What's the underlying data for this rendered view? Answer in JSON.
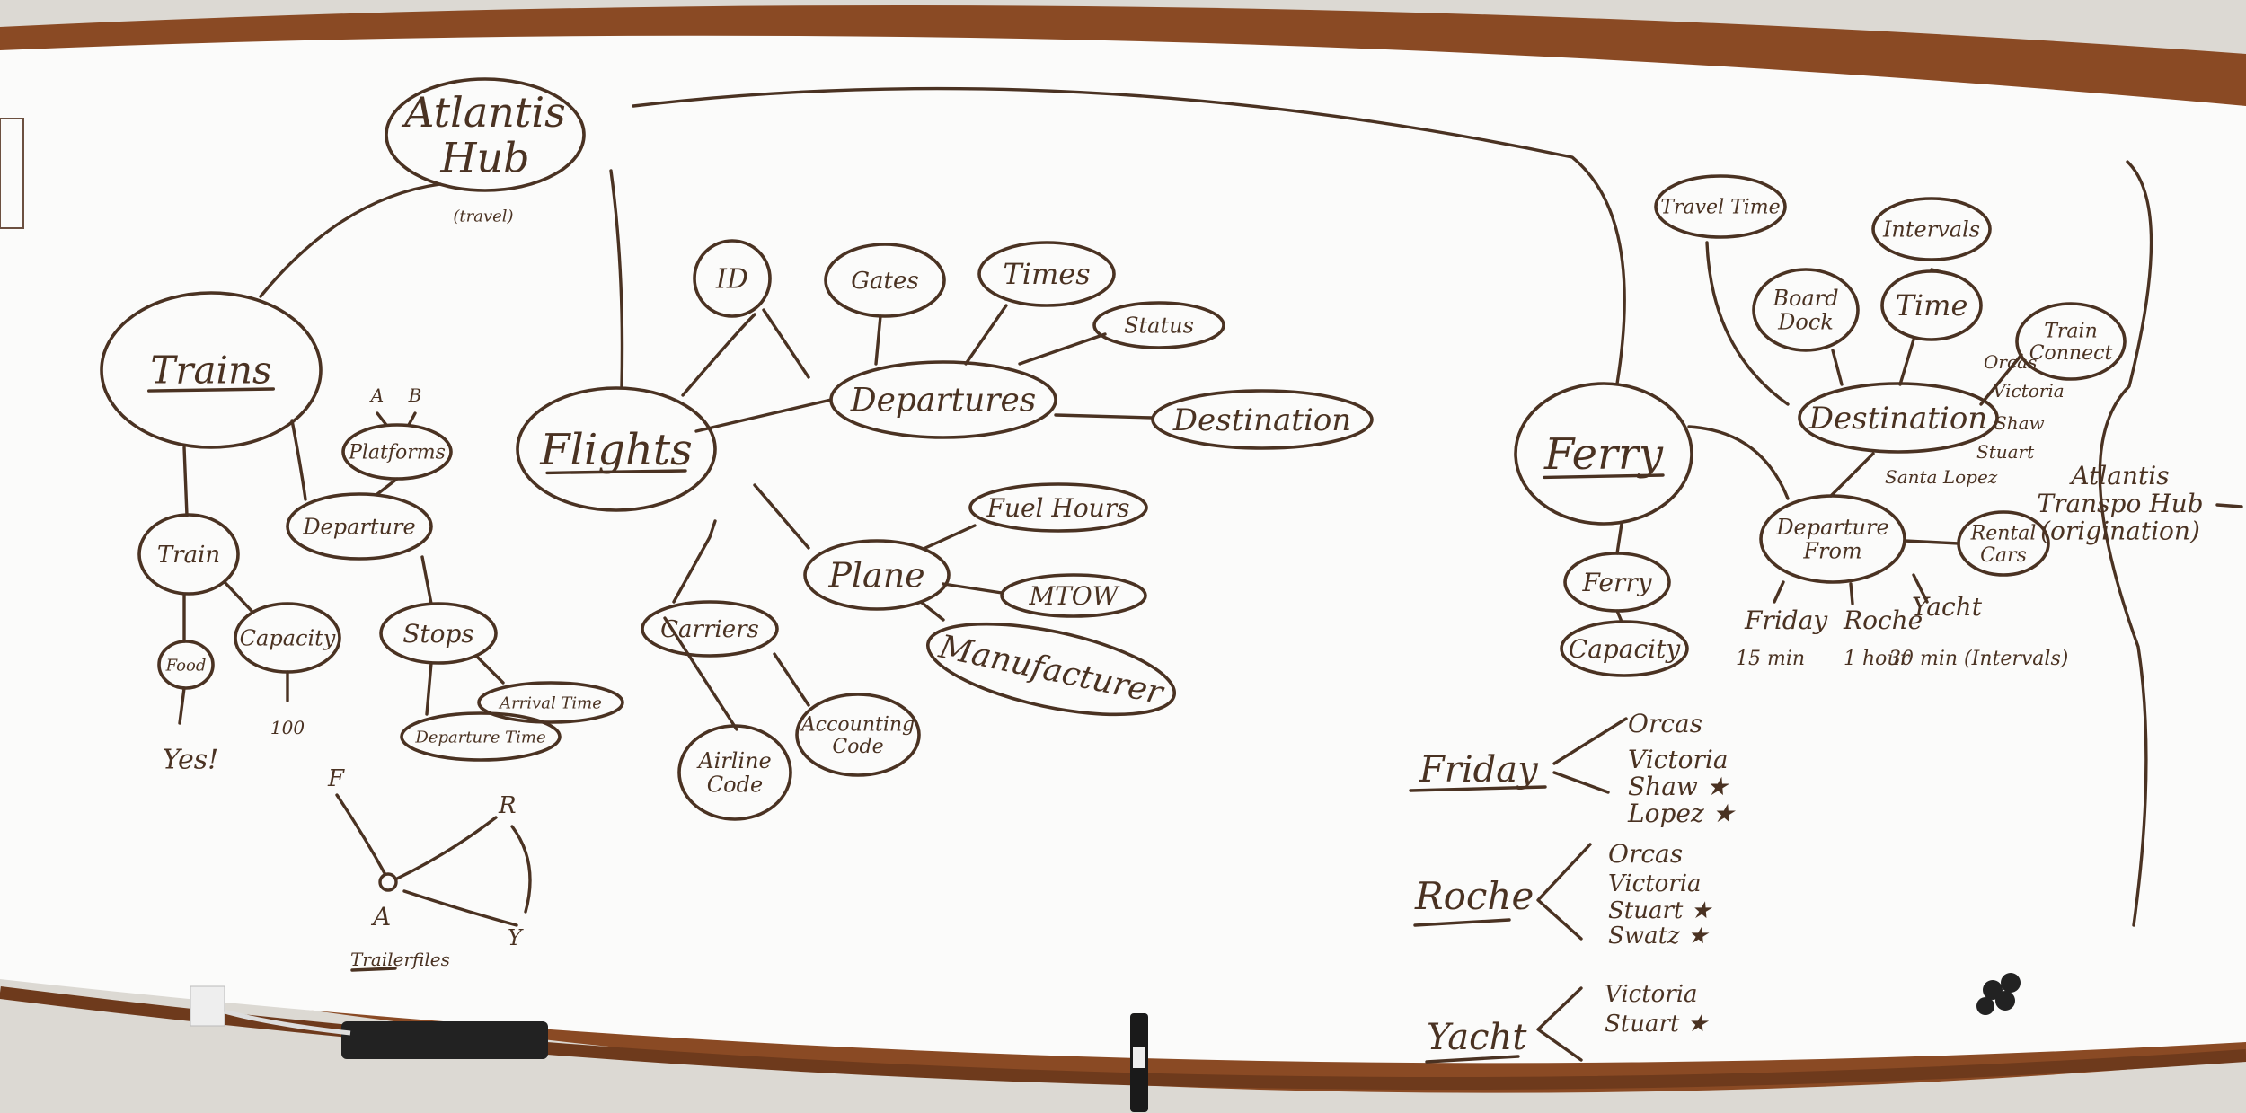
{
  "colors": {
    "board": "#fbfbfa",
    "frame": "#8a4a24",
    "ink": "#4a3222",
    "wall": "#d9d6d0"
  },
  "nodes": [
    {
      "id": "atlantis-hub",
      "label": "Atlantis Hub"
    },
    {
      "id": "atlantis-hub-note",
      "label": "(travel)"
    },
    {
      "id": "trains",
      "label": "Trains"
    },
    {
      "id": "platforms",
      "label": "Platforms"
    },
    {
      "id": "platform-a",
      "label": "A"
    },
    {
      "id": "platform-b",
      "label": "B"
    },
    {
      "id": "train-departure",
      "label": "Departure"
    },
    {
      "id": "stops",
      "label": "Stops"
    },
    {
      "id": "arrival-time",
      "label": "Arrival Time"
    },
    {
      "id": "departure-time",
      "label": "Departure Time"
    },
    {
      "id": "train",
      "label": "Train"
    },
    {
      "id": "food",
      "label": "Food"
    },
    {
      "id": "food-value",
      "label": "Yes!"
    },
    {
      "id": "train-capacity",
      "label": "Capacity"
    },
    {
      "id": "train-capacity-value",
      "label": "100"
    },
    {
      "id": "flights",
      "label": "Flights"
    },
    {
      "id": "flight-id",
      "label": "ID"
    },
    {
      "id": "gates",
      "label": "Gates"
    },
    {
      "id": "times",
      "label": "Times"
    },
    {
      "id": "status",
      "label": "Status"
    },
    {
      "id": "departures",
      "label": "Departures"
    },
    {
      "id": "destination",
      "label": "Destination"
    },
    {
      "id": "plane",
      "label": "Plane"
    },
    {
      "id": "fuel-hours",
      "label": "Fuel Hours"
    },
    {
      "id": "mtow",
      "label": "MTOW"
    },
    {
      "id": "manufacturer",
      "label": "Manufacturer"
    },
    {
      "id": "carriers",
      "label": "Carriers"
    },
    {
      "id": "airline-code",
      "label": "Airline Code"
    },
    {
      "id": "accounting-code",
      "label": "Accounting Code"
    },
    {
      "id": "ferry",
      "label": "Ferry"
    },
    {
      "id": "ferry-sub",
      "label": "Ferry"
    },
    {
      "id": "ferry-capacity",
      "label": "Capacity"
    },
    {
      "id": "travel-time",
      "label": "Travel Time"
    },
    {
      "id": "intervals",
      "label": "Intervals"
    },
    {
      "id": "board-dock",
      "label": "Board Dock"
    },
    {
      "id": "ferry-time",
      "label": "Time"
    },
    {
      "id": "train-connect",
      "label": "Train Connect"
    },
    {
      "id": "ferry-destination",
      "label": "Destination"
    },
    {
      "id": "departure-from",
      "label": "Departure From"
    },
    {
      "id": "rental-cars",
      "label": "Rental Cars"
    },
    {
      "id": "transpo-hub",
      "label": "Atlantis Transpo Hub (origination)"
    }
  ],
  "ferry_destination_islands": [
    "Orcas",
    "Victoria",
    "Shaw",
    "Stuart",
    "Santa Lopez"
  ],
  "departure_options": [
    {
      "name": "Friday",
      "interval": "15 min"
    },
    {
      "name": "Roche",
      "interval": "1 hour"
    },
    {
      "name": "Yacht",
      "interval": "30 min (Intervals)"
    }
  ],
  "schedule_groups": [
    {
      "name": "Friday",
      "stops": [
        "Orcas",
        "Victoria",
        "Shaw ★",
        "Lopez ★"
      ]
    },
    {
      "name": "Roche",
      "stops": [
        "Orcas",
        "Victoria",
        "Stuart ★",
        "Swatz ★"
      ]
    },
    {
      "name": "Yacht",
      "stops": [
        "Victoria",
        "Stuart ★"
      ]
    }
  ],
  "diagram_sketch": {
    "nodes": [
      "F",
      "R",
      "A",
      "Y"
    ],
    "caption": "Trailerfiles"
  }
}
